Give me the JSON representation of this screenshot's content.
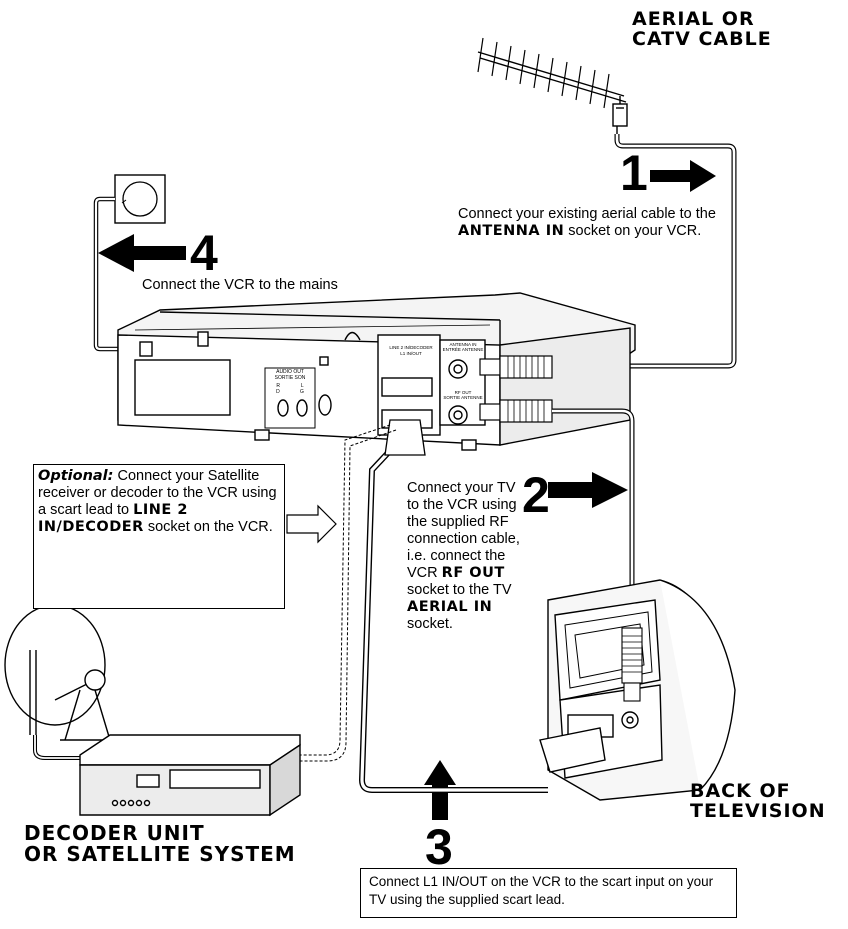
{
  "labels": {
    "aerial_line1": "AERIAL OR",
    "aerial_line2": "CATV CABLE",
    "back_tv_line1": "BACK OF",
    "back_tv_line2": "TELEVISION",
    "decoder_line1": "DECODER UNIT",
    "decoder_line2": "OR SATELLITE SYSTEM"
  },
  "steps": [
    {
      "number": "1",
      "text_before": "Connect your existing aerial cable to the ",
      "strong": "ANTENNA IN",
      "text_after": " socket on your VCR."
    },
    {
      "number": "2",
      "text_1": "Connect your TV to the VCR using the supplied RF connection cable, i.e. connect the VCR ",
      "strong_1": "RF OUT",
      "text_2": " socket to the TV ",
      "strong_2": "AERIAL IN",
      "text_3": " socket."
    },
    {
      "number": "3",
      "text": "Connect L1  IN/OUT on the VCR to the scart input on your TV using the supplied scart lead."
    },
    {
      "number": "4",
      "text": "Connect the VCR to the mains"
    }
  ],
  "optional": {
    "lead": "Optional:",
    "text_1": " Connect your Satellite receiver or decoder to the VCR using a scart lead to ",
    "strong": "LINE 2 IN/DECODER",
    "text_2": " socket on the VCR."
  },
  "vcr_panel": {
    "audio_out": "AUDIO OUT",
    "sortie_son": "SORTIE SON",
    "r": "R",
    "l": "L",
    "d": "D",
    "g": "G",
    "line2": "LINE 2 IN/DECODER",
    "line1": "L1 IN/OUT",
    "antenna_in": "ANTENNA IN",
    "entree": "ENTRÉE ANTENNE",
    "rf_out": "RF OUT",
    "sortie": "SORTIE ANTENNE"
  }
}
